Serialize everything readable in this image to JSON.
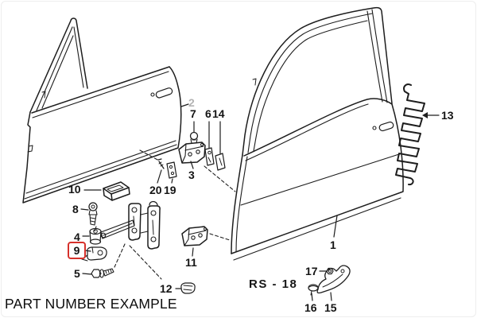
{
  "drawing": {
    "caption": "PART NUMBER EXAMPLE",
    "sheet_code": "RS - 18",
    "highlighted_part": "9",
    "colors": {
      "line": "#1d1d1d",
      "highlight_box": "#d6312b",
      "muted_label": "#b3b3b3",
      "background": "#ffffff"
    },
    "parts": {
      "p1": "1",
      "p2": "2",
      "p3": "3",
      "p4": "4",
      "p5": "5",
      "p6": "6",
      "p7": "7",
      "p8": "8",
      "p9": "9",
      "p10": "10",
      "p11": "11",
      "p12": "12",
      "p13": "13",
      "p14": "14",
      "p15": "15",
      "p16": "16",
      "p17": "17",
      "p19": "19",
      "p20": "20"
    }
  }
}
